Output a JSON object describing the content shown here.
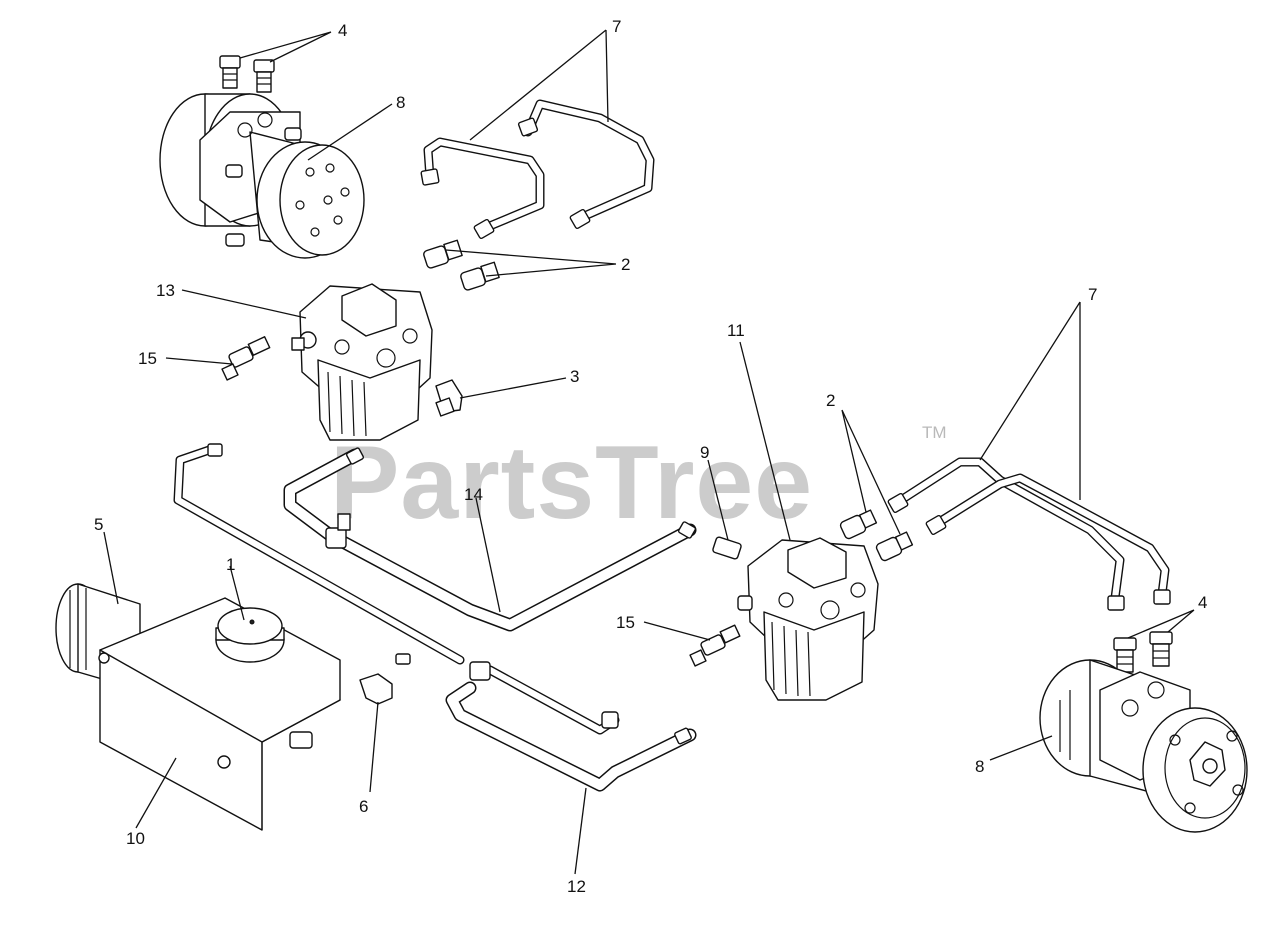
{
  "watermark": {
    "text": "PartsTree",
    "trademark": "TM"
  },
  "callouts": {
    "c1": "1",
    "c2a": "2",
    "c2b": "2",
    "c3": "3",
    "c4a": "4",
    "c4b": "4",
    "c5": "5",
    "c6": "6",
    "c7a": "7",
    "c7b": "7",
    "c8a": "8",
    "c8b": "8",
    "c9": "9",
    "c10": "10",
    "c11": "11",
    "c12": "12",
    "c13": "13",
    "c14": "14",
    "c15a": "15",
    "c15b": "15"
  }
}
